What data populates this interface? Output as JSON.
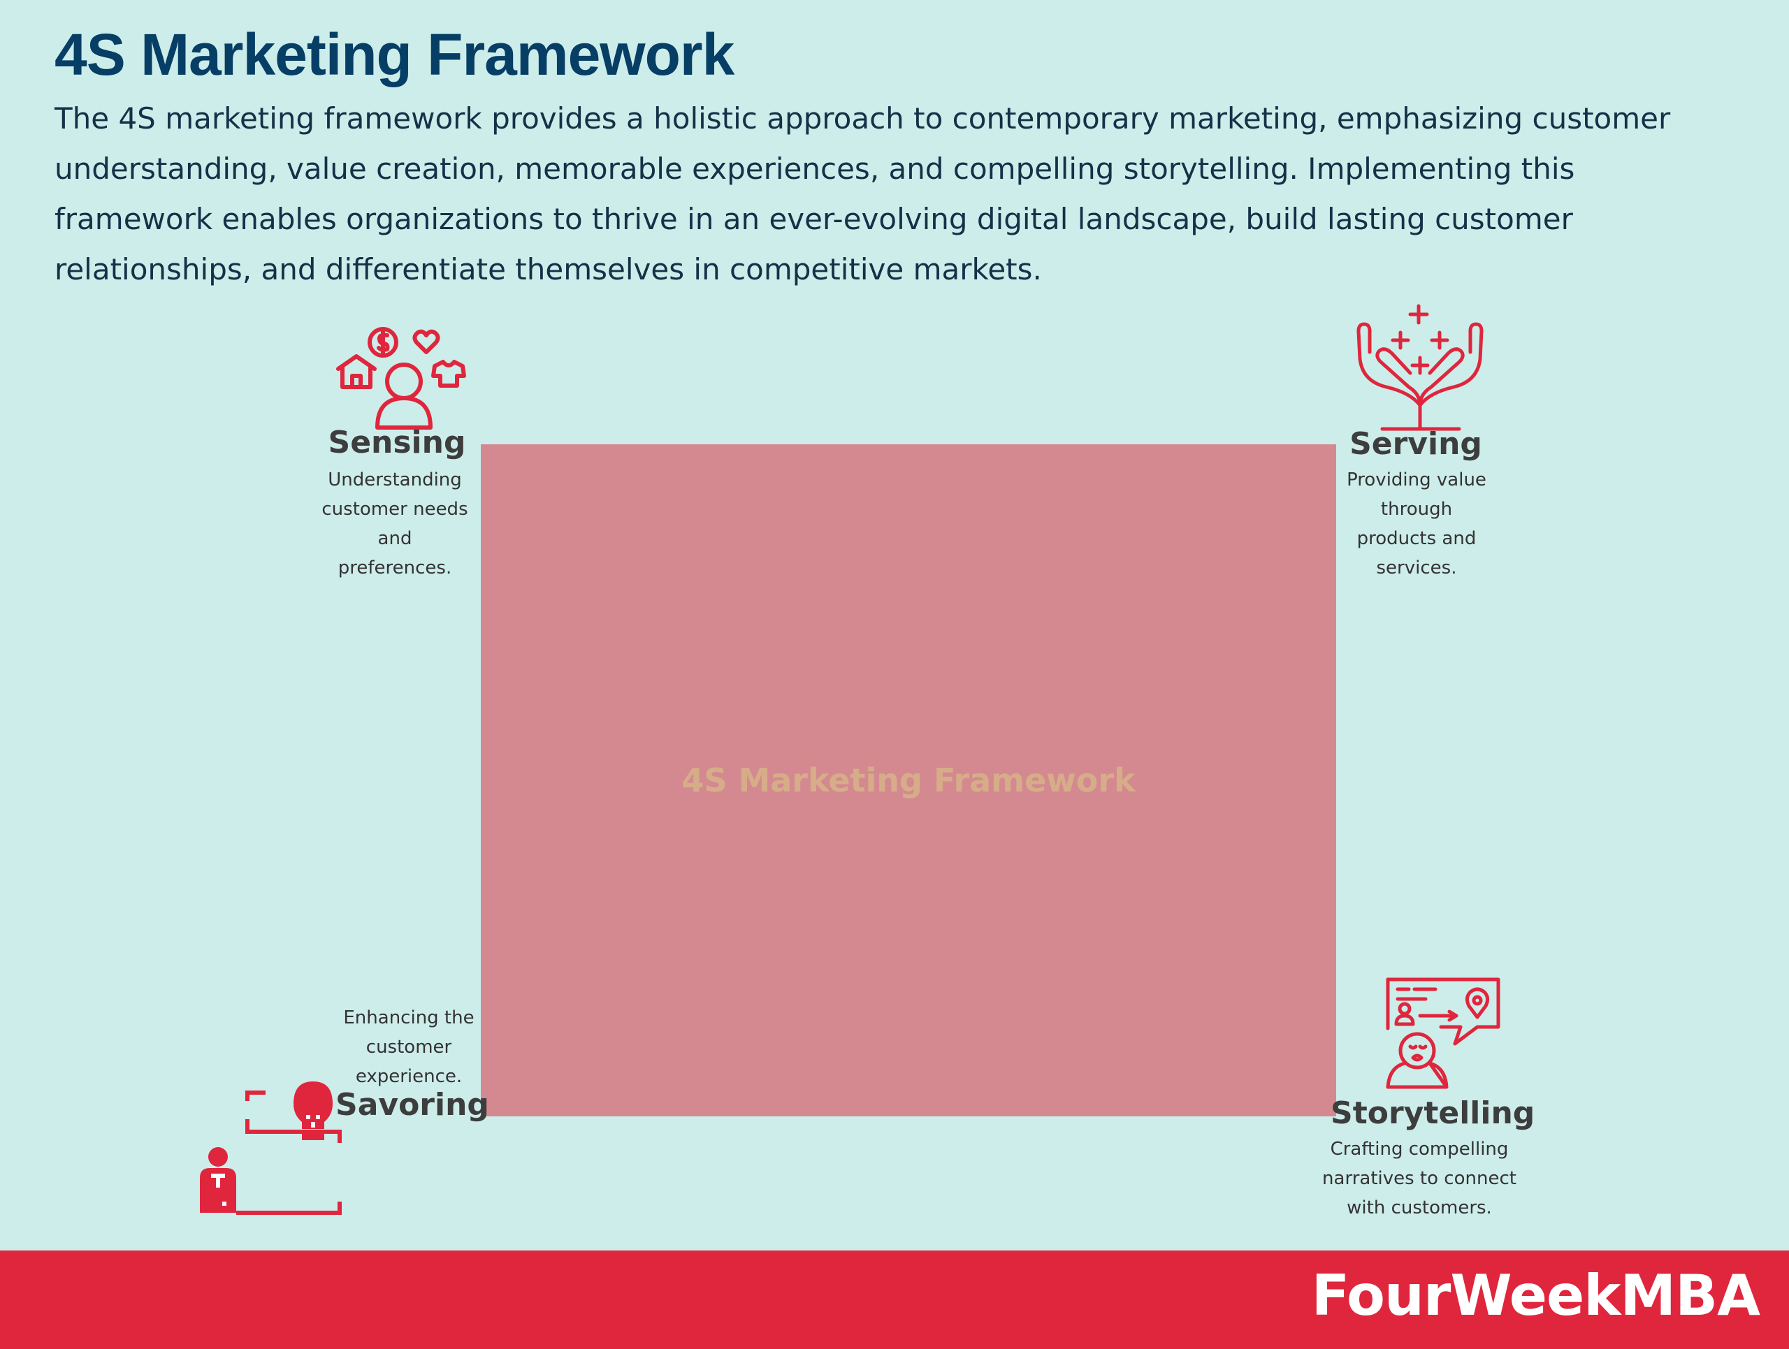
{
  "title": "4S Marketing Framework",
  "intro": "The 4S marketing framework provides a holistic approach to contemporary marketing, emphasizing customer understanding, value creation, memorable experiences, and compelling storytelling. Implementing this framework enables organizations to thrive in an ever-evolving digital landscape, build lasting customer relationships, and differentiate themselves in competitive markets.",
  "center_label": "4S Marketing Framework",
  "pillars": {
    "sensing": {
      "label": "Sensing",
      "desc": "Understanding customer needs and preferences.",
      "icon": "customer-preferences-icon"
    },
    "serving": {
      "label": "Serving",
      "desc": "Providing value through products and services.",
      "icon": "hands-sparkle-icon"
    },
    "savoring": {
      "label": "Savoring",
      "desc": "Enhancing the customer experience.",
      "icon": "person-lightbulb-icon"
    },
    "storytelling": {
      "label": "Storytelling",
      "desc": "Crafting compelling narratives to connect with customers.",
      "icon": "storyteller-icon"
    }
  },
  "brand": "FourWeekMBA",
  "colors": {
    "background": "#cdedea",
    "center_box": "#d48991",
    "center_text": "#d6ad88",
    "title": "#063e65",
    "icon": "#df263d",
    "footer": "#df263d"
  }
}
